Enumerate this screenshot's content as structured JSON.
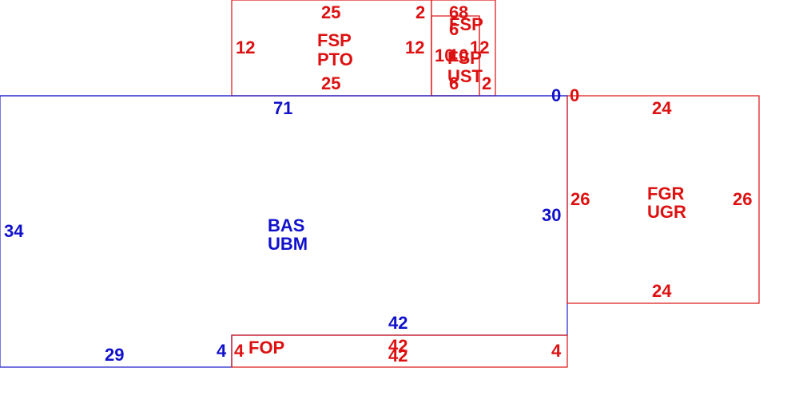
{
  "colors": {
    "base": "#1111cc",
    "addition": "#dd1111",
    "background": "#ffffff"
  },
  "areas": {
    "bas": {
      "code": "BAS",
      "sub": "UBM",
      "dims": {
        "top": "71",
        "top_right": "0",
        "right": "30",
        "bottom_inner": "42",
        "notch": "4",
        "bottom": "29",
        "left": "34"
      }
    },
    "fgr": {
      "code": "FGR",
      "sub": "UGR",
      "dims": {
        "top": "24",
        "left": "26",
        "right": "26",
        "bottom": "24",
        "corner": "0"
      }
    },
    "fop": {
      "code": "FOP",
      "dims": {
        "left": "4",
        "right": "4",
        "top": "42",
        "bottom": "42"
      }
    },
    "fsp_pto": {
      "code": "FSP",
      "sub": "PTO",
      "dims": {
        "top": "25",
        "bottom": "25",
        "left": "12",
        "right": "12"
      }
    },
    "fsp_small_top": {
      "code": "FSP",
      "dims": {
        "strip": "2",
        "top_a": "6",
        "top_b": "8",
        "inner": "6"
      }
    },
    "fsp_ust": {
      "code": "FSP",
      "sub": "UST",
      "dims": {
        "left": "10",
        "left_b": "10",
        "right": "12",
        "bottom": "6",
        "strip": "2"
      }
    }
  }
}
